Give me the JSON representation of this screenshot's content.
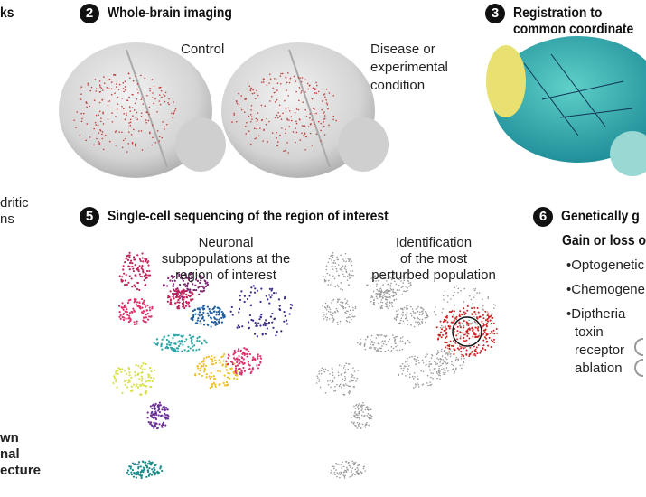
{
  "left_panel": {
    "heading_fragment": "ks",
    "text_fragment": [
      "dritic",
      "ns"
    ],
    "bold_fragment": [
      "wn",
      "nal",
      "ecture"
    ]
  },
  "panel2": {
    "number": "2",
    "title": "Whole-brain imaging",
    "control_label": "Control",
    "disease_label": [
      "Disease or",
      "experimental",
      "condition"
    ]
  },
  "panel3": {
    "number": "3",
    "title": [
      "Registration to",
      "common coordinate"
    ]
  },
  "panel5": {
    "number": "5",
    "title": "Single-cell sequencing of the region of interest",
    "left_label": [
      "Neuronal",
      "subpopulations at the",
      "region of interest"
    ],
    "right_label": [
      "Identification",
      "of the most",
      "perturbed population"
    ]
  },
  "panel6": {
    "number": "6",
    "title": "Genetically g",
    "subtitle": "Gain or loss o",
    "bullets": [
      "•Optogenetic",
      "•Chemogene",
      "•Diptheria",
      "toxin",
      "receptor",
      "ablation"
    ]
  },
  "colors": {
    "cluster_palette": [
      "#c0245a",
      "#e0306a",
      "#7a1f6e",
      "#3a2a8c",
      "#1f5fa0",
      "#2aa6a6",
      "#d8e04a",
      "#f0c028",
      "#6a2d9a",
      "#1a8a8a"
    ],
    "highlight": "#d02020",
    "gray_points": "#9a9a9a",
    "brain_signal": "#c04040"
  }
}
